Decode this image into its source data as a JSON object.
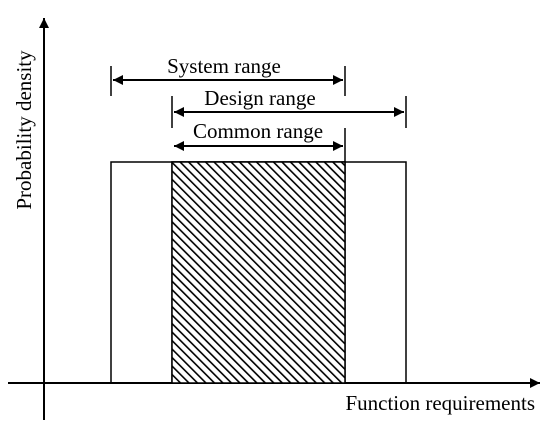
{
  "diagram": {
    "y_axis_label": "Probability density",
    "x_axis_label": "Function requirements",
    "ranges": [
      {
        "label": "System range"
      },
      {
        "label": "Design range"
      },
      {
        "label": "Common range"
      }
    ],
    "colors": {
      "line": "#000000",
      "hatch": "#000000",
      "background": "#ffffff"
    }
  }
}
